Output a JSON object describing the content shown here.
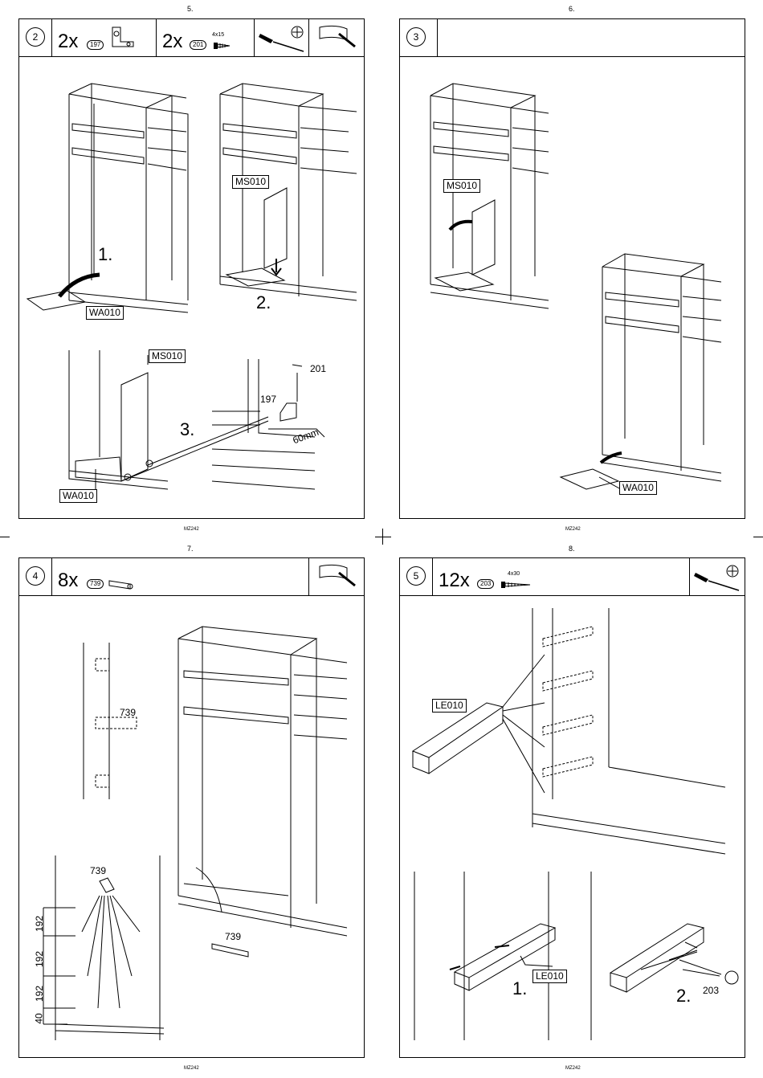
{
  "pages": [
    {
      "number": "5.",
      "code": "MZ242",
      "step": "2",
      "qty1": "2x",
      "part1": "197",
      "qty2": "2x",
      "part2": "201",
      "part2_size": "4x15",
      "labels": {
        "ms_top": "MS010",
        "wa_top": "WA010",
        "ms_bottom": "MS010",
        "wa_bottom": "WA010",
        "screw": "201",
        "bracket": "197",
        "distance": "60mm"
      },
      "substeps": [
        "1.",
        "2.",
        "3."
      ]
    },
    {
      "number": "6.",
      "code": "MZ242",
      "step": "3",
      "labels": {
        "ms": "MS010",
        "wa": "WA010"
      }
    },
    {
      "number": "7.",
      "code": "MZ242",
      "step": "4",
      "qty1": "8x",
      "part1": "739",
      "labels": {
        "peg_top": "739",
        "peg_mid": "739",
        "peg_right": "739"
      },
      "dims": [
        "192",
        "192",
        "192",
        "40"
      ]
    },
    {
      "number": "8.",
      "code": "MZ242",
      "step": "5",
      "qty1": "12x",
      "part1": "203",
      "part1_size": "4x30",
      "labels": {
        "le_top": "LE010",
        "le_bottom": "LE010",
        "screw": "203"
      },
      "substeps": [
        "1.",
        "2."
      ]
    }
  ],
  "icons": [
    "bracket-icon",
    "screw-icon",
    "screwdriver-icon",
    "phillips-icon",
    "hammer-icon",
    "dowel-icon"
  ]
}
